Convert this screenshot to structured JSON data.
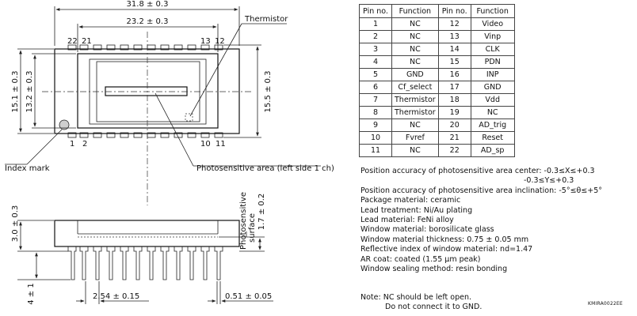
{
  "dimensions": {
    "overall_width": "31.8 ± 0.3",
    "window_width": "23.2 ± 0.3",
    "overall_height": "15.1 ± 0.3",
    "window_height": "13.2 ± 0.3",
    "lead_span_height": "15.5 ± 0.3",
    "package_thickness": "3.0 ± 0.3",
    "surface_height": "1.7 ± 0.2",
    "lead_length": "4 ± 1",
    "pin_pitch": "2.54 ± 0.15",
    "lead_width": "0.51 ± 0.05"
  },
  "labels": {
    "thermistor": "Thermistor",
    "index_mark": "Index mark",
    "photosensitive_area": "Photosensitive area (left side 1 ch)",
    "photosensitive_surface_line1": "Photosensitive",
    "photosensitive_surface_line2": "surface"
  },
  "pin_labels": {
    "top_left_a": "22",
    "top_left_b": "21",
    "top_right_a": "13",
    "top_right_b": "12",
    "bottom_left_a": "1",
    "bottom_left_b": "2",
    "bottom_right_a": "10",
    "bottom_right_b": "11"
  },
  "pin_table": {
    "headers": [
      "Pin no.",
      "Function",
      "Pin no.",
      "Function"
    ],
    "rows": [
      [
        "1",
        "NC",
        "12",
        "Video"
      ],
      [
        "2",
        "NC",
        "13",
        "Vinp"
      ],
      [
        "3",
        "NC",
        "14",
        "CLK"
      ],
      [
        "4",
        "NC",
        "15",
        "PDN"
      ],
      [
        "5",
        "GND",
        "16",
        "INP"
      ],
      [
        "6",
        "Cf_select",
        "17",
        "GND"
      ],
      [
        "7",
        "Thermistor",
        "18",
        "Vdd"
      ],
      [
        "8",
        "Thermistor",
        "19",
        "NC"
      ],
      [
        "9",
        "NC",
        "20",
        "AD_trig"
      ],
      [
        "10",
        "Fvref",
        "21",
        "Reset"
      ],
      [
        "11",
        "NC",
        "22",
        "AD_sp"
      ]
    ]
  },
  "specs": {
    "accuracy_center_line1": "Position accuracy of photosensitive area center: -0.3≤X≤+0.3",
    "accuracy_center_line2": "-0.3≤Y≤+0.3",
    "accuracy_inclination": "Position accuracy of photosensitive area inclination: -5°≤θ≤+5°",
    "package_material": "Package material: ceramic",
    "lead_treatment": "Lead treatment: Ni/Au plating",
    "lead_material": "Lead material: FeNi alloy",
    "window_material": "Window material: borosilicate glass",
    "window_thickness": "Window material thickness: 0.75 ± 0.05 mm",
    "reflective_index": "Reflective index of window material: nd=1.47",
    "ar_coat": "AR coat: coated (1.55 μm peak)",
    "window_sealing": "Window sealing method: resin bonding"
  },
  "note": {
    "line1": "Note: NC should be left open.",
    "line2": "Do not connect it to GND."
  },
  "drawing_code": "KMIRA0022EE"
}
